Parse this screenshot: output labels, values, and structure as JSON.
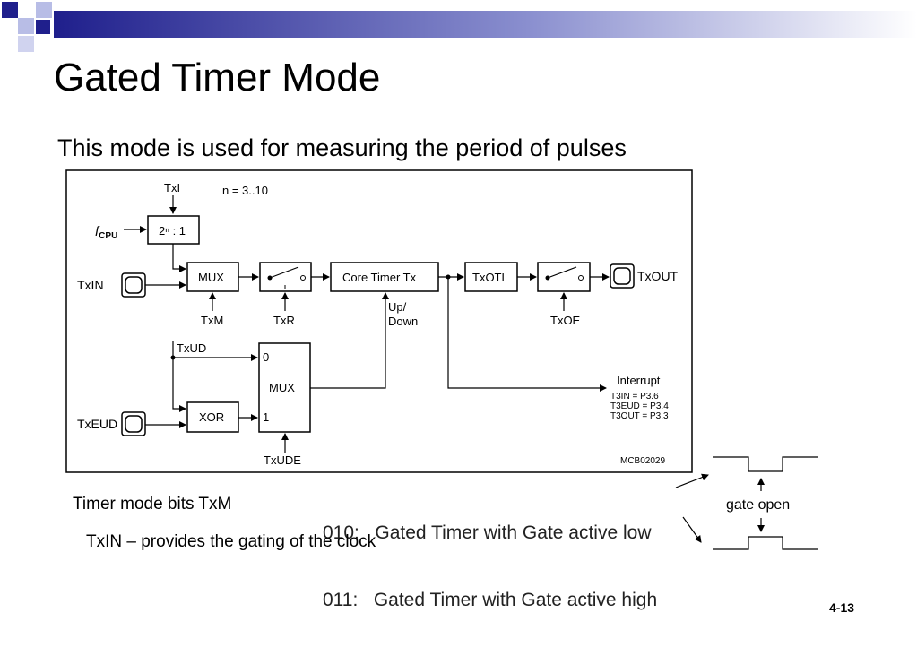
{
  "slide": {
    "title": "Gated Timer Mode",
    "subtitle": "This mode is used for measuring the period of pulses",
    "page_number": "4-13"
  },
  "diagram": {
    "n_range": "n = 3..10",
    "txi": "TxI",
    "fcpu_f": "f",
    "fcpu_sub": "CPU",
    "prescaler": "2ⁿ : 1",
    "txin": "TxIN",
    "mux_top": "MUX",
    "core_timer": "Core Timer Tx",
    "txotl": "TxOTL",
    "txout": "TxOUT",
    "txm": "TxM",
    "txr": "TxR",
    "up": "Up/",
    "down": "Down",
    "txoe": "TxOE",
    "txud": "TxUD",
    "mux_bottom": "MUX",
    "mux_in0": "0",
    "mux_in1": "1",
    "xor": "XOR",
    "txeud": "TxEUD",
    "txude": "TxUDE",
    "interrupt": "Interrupt",
    "pin1": "T3IN = P3.6",
    "pin2": "T3EUD = P3.4",
    "pin3": "T3OUT = P3.3",
    "figure_id": "MCB02029"
  },
  "captions": {
    "mode_bits": "Timer mode bits TxM",
    "mode_010": "010:   Gated Timer with Gate active low",
    "mode_011": "011:   Gated Timer with Gate active high",
    "txin_note": "TxIN – provides the gating of the clock",
    "gate_open": "gate open"
  },
  "colors": {
    "header_dark": "#1f1f8c",
    "header_light": "#b8bde6"
  }
}
